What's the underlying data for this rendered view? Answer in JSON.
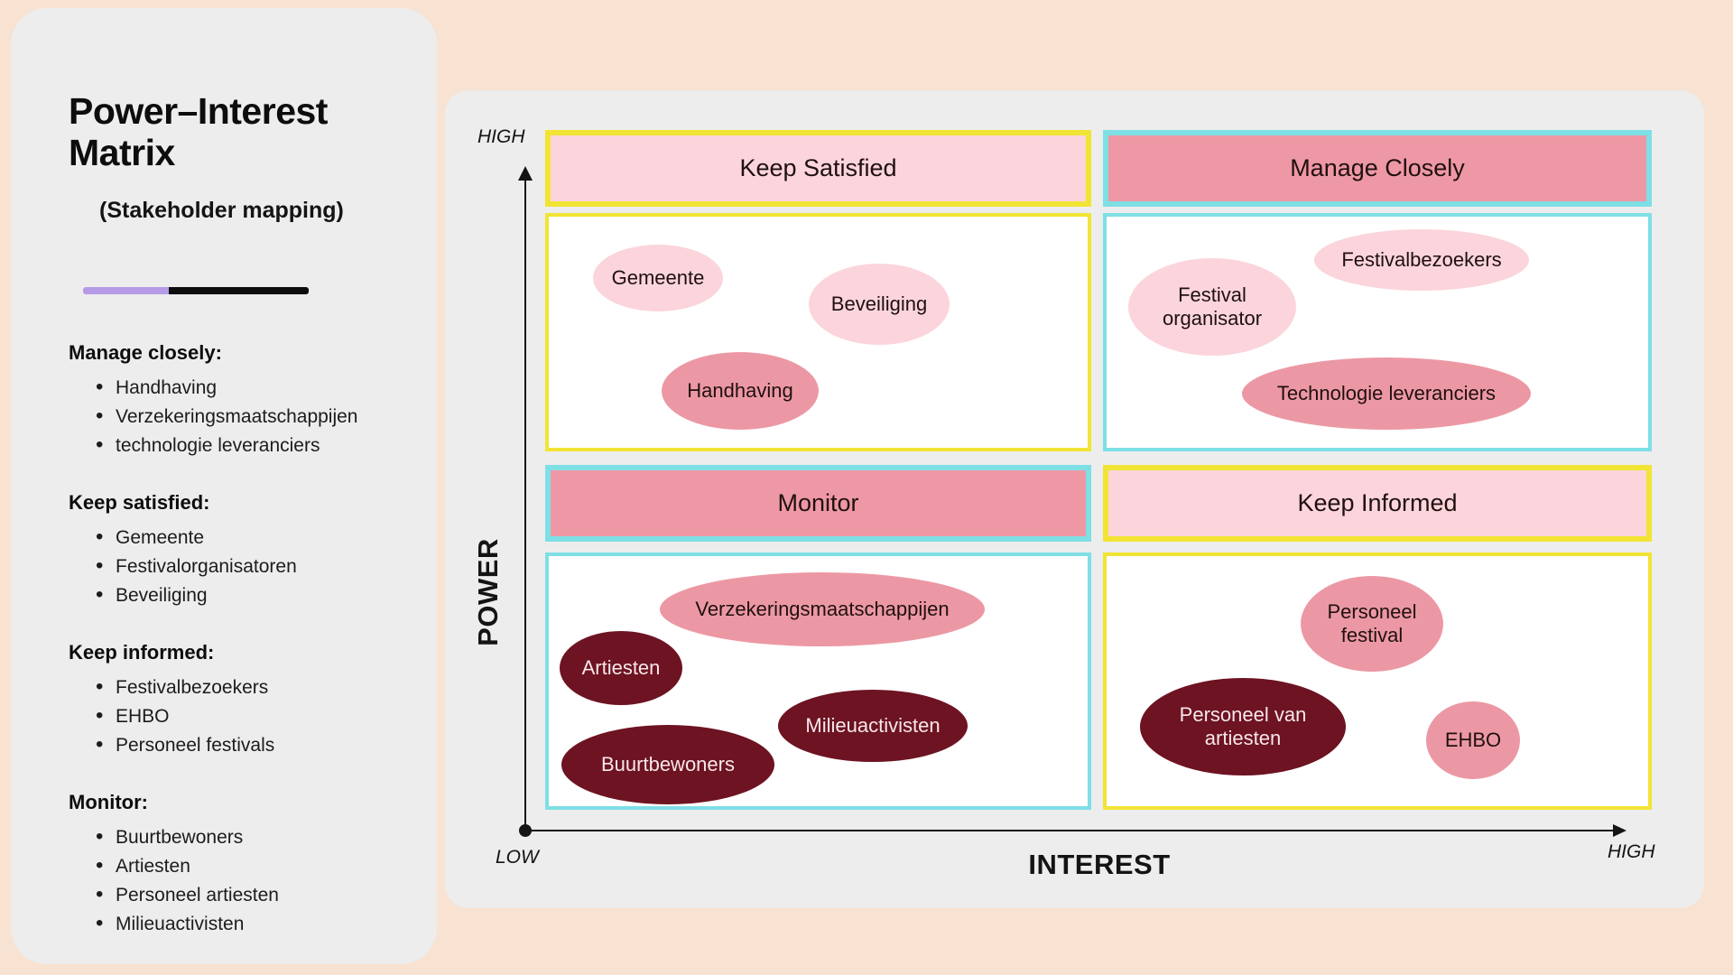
{
  "page": {
    "title": "Power–Interest Matrix",
    "subtitle": "(Stakeholder mapping)"
  },
  "sidebar": {
    "sections": [
      {
        "heading": "Manage closely:",
        "items": [
          "Handhaving",
          "Verzekeringsmaatschappijen",
          "technologie leveranciers"
        ]
      },
      {
        "heading": "Keep satisfied:",
        "items": [
          "Gemeente",
          "Festivalorganisatoren",
          "Beveiliging"
        ]
      },
      {
        "heading": "Keep informed:",
        "items": [
          "Festivalbezoekers",
          "EHBO",
          "Personeel festivals"
        ]
      },
      {
        "heading": "Monitor:",
        "items": [
          "Buurtbewoners",
          "Artiesten",
          "Personeel artiesten",
          "Milieuactivisten"
        ]
      }
    ]
  },
  "axes": {
    "y_label": "POWER",
    "x_label": "INTEREST",
    "y_high": "HIGH",
    "x_low": "LOW",
    "x_high": "HIGH"
  },
  "quadrants": [
    {
      "title": "Keep Satisfied",
      "bubbles": [
        {
          "label": "Gemeente",
          "tone": "light"
        },
        {
          "label": "Beveiliging",
          "tone": "light"
        },
        {
          "label": "Handhaving",
          "tone": "medium"
        }
      ]
    },
    {
      "title": "Manage Closely",
      "bubbles": [
        {
          "label": "Festivalbezoekers",
          "tone": "light"
        },
        {
          "label": "Festival organisator",
          "tone": "light"
        },
        {
          "label": "Technologie leveranciers",
          "tone": "medium"
        }
      ]
    },
    {
      "title": "Monitor",
      "bubbles": [
        {
          "label": "Verzekeringsmaatschappijen",
          "tone": "medium"
        },
        {
          "label": "Artiesten",
          "tone": "dark"
        },
        {
          "label": "Milieuactivisten",
          "tone": "dark"
        },
        {
          "label": "Buurtbewoners",
          "tone": "dark"
        }
      ]
    },
    {
      "title": "Keep Informed",
      "bubbles": [
        {
          "label": "Personeel festival",
          "tone": "medium"
        },
        {
          "label": "Personeel van artiesten",
          "tone": "dark"
        },
        {
          "label": "EHBO",
          "tone": "medium"
        }
      ]
    }
  ],
  "colors": {
    "background": "#f8e2d1",
    "panel": "#ededed",
    "accent_yellow": "#f2e434",
    "accent_cyan": "#7edfe5",
    "pink_light": "#fbd5db",
    "pink_medium": "#ee98a5",
    "maroon_dark": "#6d1322",
    "accent_purple": "#b59ae7"
  }
}
